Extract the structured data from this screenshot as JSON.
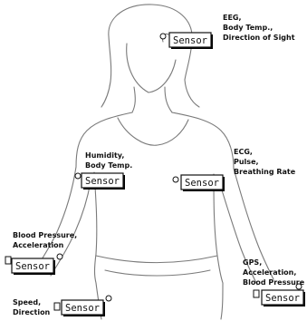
{
  "colors": {
    "outline": "#7a7a7a",
    "box_stroke": "#111111",
    "box_shadow": "#000000",
    "text": "#111111"
  },
  "sensors": [
    {
      "id": "head",
      "box_label": "Sensor",
      "lines": [
        "EEG,",
        "Body Temp.,",
        "Direction of Sight"
      ]
    },
    {
      "id": "upper-arm",
      "box_label": "Sensor",
      "lines": [
        "Humidity,",
        "Body Temp."
      ]
    },
    {
      "id": "chest",
      "box_label": "Sensor",
      "lines": [
        "ECG,",
        "Pulse,",
        "Breathing Rate"
      ]
    },
    {
      "id": "wrist",
      "box_label": "Sensor",
      "lines": [
        "Blood Pressure,",
        "Acceleration"
      ]
    },
    {
      "id": "hand",
      "box_label": "Sensor",
      "lines": [
        "GPS,",
        "Acceleration,",
        "Blood Pressure"
      ]
    },
    {
      "id": "leg",
      "box_label": "Sensor",
      "lines": [
        "Speed,",
        "Direction"
      ]
    }
  ]
}
